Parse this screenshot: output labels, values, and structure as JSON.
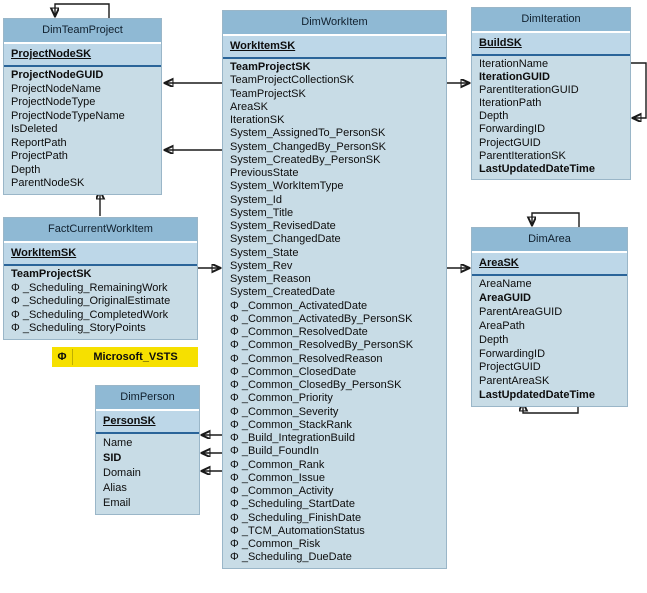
{
  "legend": {
    "symbol": "Φ",
    "label": "Microsoft_VSTS"
  },
  "colors": {
    "table_header": "#8fb9d4",
    "pk_section": "#bdd7e8",
    "table_body": "#c8dce6",
    "divider": "#2a6499",
    "arrow": "#1a1a1a",
    "legend_bg": "#f6e000"
  },
  "tables": [
    {
      "title": "DimTeamProject",
      "pk": "ProjectNodeSK",
      "fields": [
        {
          "name": "ProjectNodeGUID",
          "bold": true
        },
        {
          "name": "ProjectNodeName"
        },
        {
          "name": "ProjectNodeType"
        },
        {
          "name": "ProjectNodeTypeName"
        },
        {
          "name": "IsDeleted"
        },
        {
          "name": "ReportPath"
        },
        {
          "name": "ProjectPath"
        },
        {
          "name": "Depth"
        },
        {
          "name": "ParentNodeSK"
        }
      ]
    },
    {
      "title": "FactCurrentWorkItem",
      "pk": "WorkItemSK",
      "fields": [
        {
          "name": "TeamProjectSK",
          "bold": true
        },
        {
          "name": "Φ _Scheduling_RemainingWork"
        },
        {
          "name": "Φ _Scheduling_OriginalEstimate"
        },
        {
          "name": "Φ _Scheduling_CompletedWork"
        },
        {
          "name": "Φ _Scheduling_StoryPoints"
        }
      ]
    },
    {
      "title": "DimPerson",
      "pk": "PersonSK",
      "fields": [
        {
          "name": "Name"
        },
        {
          "name": "SID",
          "bold": true
        },
        {
          "name": "Domain"
        },
        {
          "name": "Alias"
        },
        {
          "name": "Email"
        }
      ]
    },
    {
      "title": "DimWorkItem",
      "pk": "WorkItemSK",
      "fields": [
        {
          "name": "TeamProjectSK",
          "bold": true
        },
        {
          "name": "TeamProjectCollectionSK"
        },
        {
          "name": "TeamProjectSK"
        },
        {
          "name": "AreaSK"
        },
        {
          "name": "IterationSK"
        },
        {
          "name": "System_AssignedTo_PersonSK"
        },
        {
          "name": "System_ChangedBy_PersonSK"
        },
        {
          "name": "System_CreatedBy_PersonSK"
        },
        {
          "name": "PreviousState"
        },
        {
          "name": "System_WorkItemType"
        },
        {
          "name": "System_Id"
        },
        {
          "name": "System_Title"
        },
        {
          "name": "System_RevisedDate"
        },
        {
          "name": "System_ChangedDate"
        },
        {
          "name": "System_State"
        },
        {
          "name": "System_Rev"
        },
        {
          "name": "System_Reason"
        },
        {
          "name": "System_CreatedDate"
        },
        {
          "name": "Φ _Common_ActivatedDate"
        },
        {
          "name": "Φ _Common_ActivatedBy_PersonSK"
        },
        {
          "name": "Φ _Common_ResolvedDate"
        },
        {
          "name": "Φ _Common_ResolvedBy_PersonSK"
        },
        {
          "name": "Φ _Common_ResolvedReason"
        },
        {
          "name": "Φ _Common_ClosedDate"
        },
        {
          "name": "Φ _Common_ClosedBy_PersonSK"
        },
        {
          "name": "Φ _Common_Priority"
        },
        {
          "name": "Φ _Common_Severity"
        },
        {
          "name": "Φ _Common_StackRank"
        },
        {
          "name": "Φ _Build_IntegrationBuild"
        },
        {
          "name": "Φ _Build_FoundIn"
        },
        {
          "name": "Φ _Common_Rank"
        },
        {
          "name": "Φ _Common_Issue"
        },
        {
          "name": "Φ _Common_Activity"
        },
        {
          "name": "Φ _Scheduling_StartDate"
        },
        {
          "name": "Φ _Scheduling_FinishDate"
        },
        {
          "name": "Φ _TCM_AutomationStatus"
        },
        {
          "name": "Φ _Common_Risk"
        },
        {
          "name": "Φ _Scheduling_DueDate"
        }
      ]
    },
    {
      "title": "DimIteration",
      "pk": "BuildSK",
      "fields": [
        {
          "name": "IterationName"
        },
        {
          "name": "IterationGUID",
          "bold": true
        },
        {
          "name": "ParentIterationGUID"
        },
        {
          "name": "IterationPath"
        },
        {
          "name": "Depth"
        },
        {
          "name": "ForwardingID"
        },
        {
          "name": "ProjectGUID"
        },
        {
          "name": "ParentIterationSK"
        },
        {
          "name": "LastUpdatedDateTime",
          "bold": true
        }
      ]
    },
    {
      "title": "DimArea",
      "pk": "AreaSK",
      "fields": [
        {
          "name": "AreaName"
        },
        {
          "name": "AreaGUID",
          "bold": true
        },
        {
          "name": "ParentAreaGUID"
        },
        {
          "name": "AreaPath"
        },
        {
          "name": "Depth"
        },
        {
          "name": "ForwardingID"
        },
        {
          "name": "ProjectGUID"
        },
        {
          "name": "ParentAreaSK"
        },
        {
          "name": "LastUpdatedDateTime",
          "bold": true
        }
      ]
    }
  ],
  "relationships": [
    {
      "from": "DimTeamProject",
      "to": "DimTeamProject",
      "note": "self-reference"
    },
    {
      "from": "DimWorkItem",
      "to": "DimTeamProject"
    },
    {
      "from": "DimWorkItem",
      "to": "DimTeamProject"
    },
    {
      "from": "FactCurrentWorkItem",
      "to": "DimTeamProject"
    },
    {
      "from": "FactCurrentWorkItem",
      "to": "DimWorkItem"
    },
    {
      "from": "DimWorkItem",
      "to": "DimIteration"
    },
    {
      "from": "DimWorkItem",
      "to": "DimArea"
    },
    {
      "from": "DimWorkItem",
      "to": "DimPerson"
    },
    {
      "from": "DimWorkItem",
      "to": "DimPerson"
    },
    {
      "from": "DimWorkItem",
      "to": "DimPerson"
    },
    {
      "from": "DimIteration",
      "to": "DimIteration",
      "note": "self-reference"
    },
    {
      "from": "DimArea",
      "to": "DimArea",
      "note": "self-reference top"
    },
    {
      "from": "DimArea",
      "to": "DimArea",
      "note": "self-reference bottom"
    }
  ]
}
